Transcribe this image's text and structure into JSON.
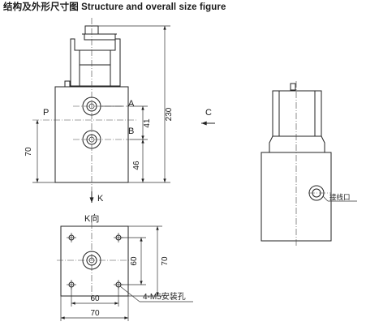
{
  "title": "结构及外形尺寸图  Structure and overall size figure",
  "labels": {
    "port_p": "P",
    "port_a": "A",
    "port_b": "B",
    "view_k": "K",
    "view_k_title": "K向",
    "view_c": "C",
    "connector": "接线口",
    "mount_holes": "4-M5安装孔"
  },
  "dimensions": {
    "d230": "230",
    "d41": "41",
    "d46": "46",
    "d70_left": "70",
    "d60_v": "60",
    "d70_v": "70",
    "d60_h": "60",
    "d70_h": "70"
  }
}
